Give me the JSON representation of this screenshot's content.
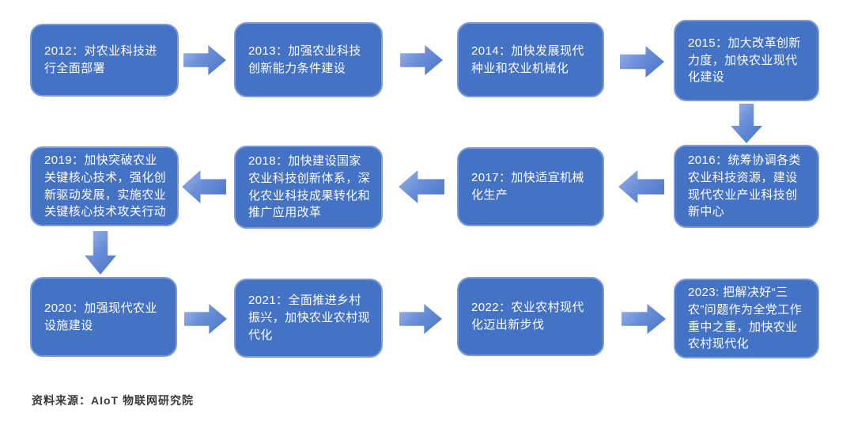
{
  "diagram": {
    "title_hidden": "",
    "type": "snake-flow-timeline",
    "flow_order": "2012→2013→2014→2015↓2016←... (row 2 right-to-left) ...2019↓2020→2021→2022→2023",
    "nodes": [
      {
        "year": "2012",
        "label": "2012：对农业科技进行全面部署"
      },
      {
        "year": "2013",
        "label": "2013：加强农业科技创新能力条件建设"
      },
      {
        "year": "2014",
        "label": "2014：加快发展现代种业和农业机械化"
      },
      {
        "year": "2015",
        "label": "2015：加大改革创新力度，加快农业现代化建设"
      },
      {
        "year": "2016",
        "label": "2016：统筹协调各类农业科技资源，建设现代农业产业科技创新中心"
      },
      {
        "year": "2017",
        "label": "2017：加快适宜机械化生产"
      },
      {
        "year": "2018",
        "label": "2018：加快建设国家农业科技创新体系，深化农业科技成果转化和推广应用改革"
      },
      {
        "year": "2019",
        "label": "2019：加快突破农业关键核心技术，强化创新驱动发展，实施农业关键核心技术攻关行动"
      },
      {
        "year": "2020",
        "label": "2020：加强现代农业设施建设"
      },
      {
        "year": "2021",
        "label": "2021：全面推进乡村振兴，加快农业农村现代化"
      },
      {
        "year": "2022",
        "label": "2022：农业农村现代化迈出新步伐"
      },
      {
        "year": "2023",
        "label": "2023: 把解决好“三农”问题作为全党工作重中之重，加快农业农村现代化"
      }
    ],
    "colors": {
      "box_fill": "#4472c4",
      "box_border": "#7f9bd8",
      "arrow_gradient_start": "#9fb5e8",
      "arrow_gradient_end": "#4a74c8",
      "text": "#ffffff",
      "source_text": "#3b3b3b",
      "background": "#ffffff"
    }
  },
  "source": {
    "label": "资料来源：AIoT 物联网研究院"
  }
}
